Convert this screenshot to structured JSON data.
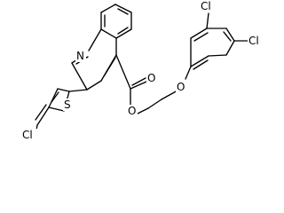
{
  "molecule": {
    "atom_labels": {
      "ring_n": "N",
      "thiophene_s": "S",
      "thiophene_cl": "Cl",
      "carbonyl_o": "O",
      "ester_o": "O",
      "ether_o": "O",
      "para_cl": "Cl",
      "ortho_cl": "Cl"
    }
  }
}
